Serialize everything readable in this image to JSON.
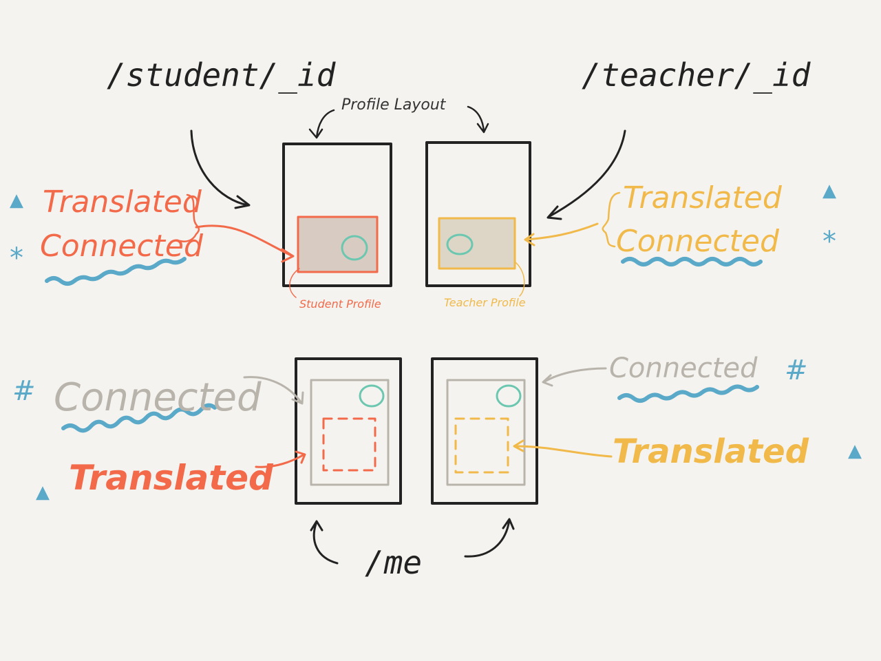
{
  "routes": {
    "student": "/student/_id",
    "teacher": "/teacher/_id",
    "me": "/me"
  },
  "layout_label": "Profile Layout",
  "top_left": {
    "translated": "Translated",
    "connected": "Connected",
    "profile": "Student Profile"
  },
  "top_right": {
    "translated": "Translated",
    "connected": "Connected",
    "profile": "Teacher Profile"
  },
  "bottom_left": {
    "connected": "Connected",
    "translated": "Translated"
  },
  "bottom_right": {
    "connected": "Connected",
    "translated": "Translated"
  },
  "symbols": {
    "translated": "▲",
    "connected_top": "*",
    "connected_bottom": "#"
  },
  "colors": {
    "student": "#f26a4a",
    "teacher": "#f0b94a",
    "gray": "#b8b4ab",
    "blue": "#5aa9c8",
    "teal": "#6cc7b0",
    "ink": "#222222"
  }
}
